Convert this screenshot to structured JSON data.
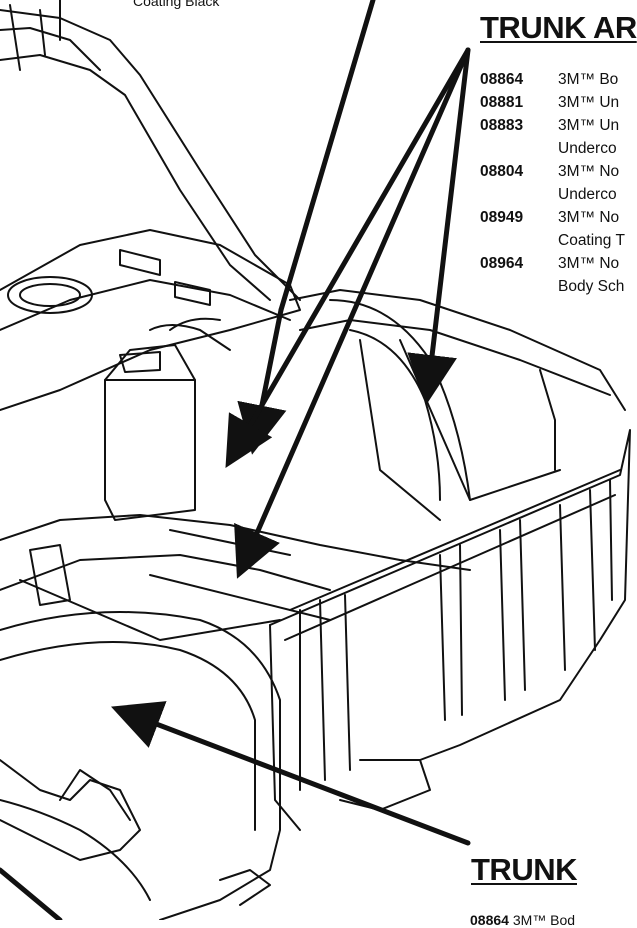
{
  "top_caption": "Coating Black",
  "trunk_area_heading": "TRUNK AR",
  "trunk_heading": "TRUNK",
  "products": [
    {
      "code": "08864",
      "lines": [
        "3M™ Bo"
      ]
    },
    {
      "code": "08881",
      "lines": [
        "3M™ Un"
      ]
    },
    {
      "code": "08883",
      "lines": [
        "3M™ Un",
        "Underco"
      ]
    },
    {
      "code": "08804",
      "lines": [
        "3M™ No",
        "Underco"
      ]
    },
    {
      "code": "08949",
      "lines": [
        "3M™ No",
        "Coating T"
      ]
    },
    {
      "code": "08964",
      "lines": [
        "3M™ No",
        "Body Sch"
      ]
    }
  ],
  "bottom_caption": {
    "code": "08864",
    "text": "3M™ Bod"
  },
  "colors": {
    "ink": "#111111",
    "paper": "#ffffff"
  }
}
